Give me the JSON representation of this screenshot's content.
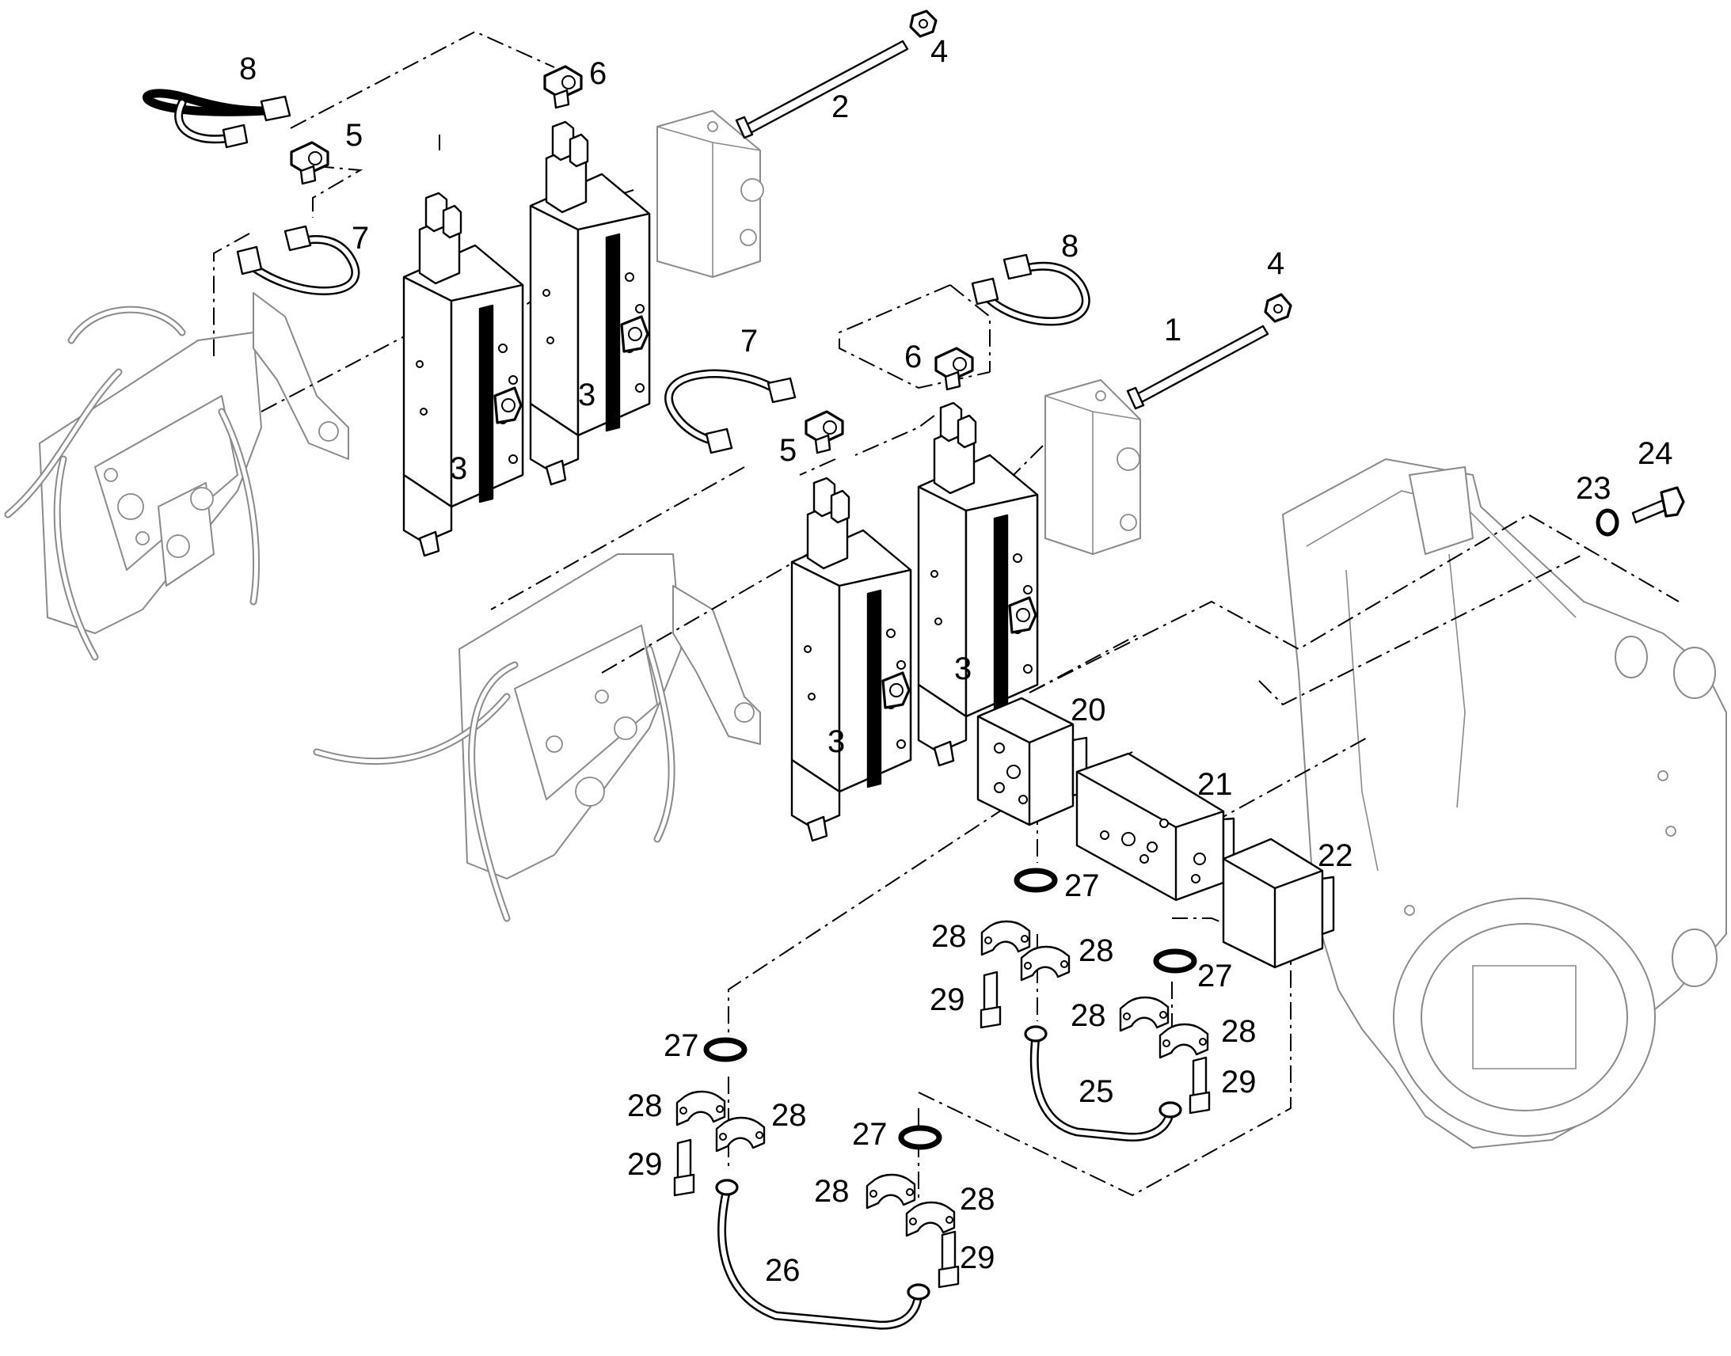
{
  "callouts": {
    "c1": "1",
    "c2": "2",
    "c3a": "3",
    "c3b": "3",
    "c3c": "3",
    "c3d": "3",
    "c4a": "4",
    "c4b": "4",
    "c5a": "5",
    "c5b": "5",
    "c6a": "6",
    "c6b": "6",
    "c7a": "7",
    "c7b": "7",
    "c8a": "8",
    "c8b": "8",
    "c20": "20",
    "c21": "21",
    "c22": "22",
    "c23": "23",
    "c24": "24",
    "c25": "25",
    "c26": "26",
    "c27a": "27",
    "c27b": "27",
    "c27c": "27",
    "c27d": "27",
    "c28a": "28",
    "c28b": "28",
    "c28c": "28",
    "c28d": "28",
    "c28e": "28",
    "c28f": "28",
    "c28g": "28",
    "c28h": "28",
    "c29a": "29",
    "c29b": "29",
    "c29c": "29",
    "c29d": "29"
  }
}
